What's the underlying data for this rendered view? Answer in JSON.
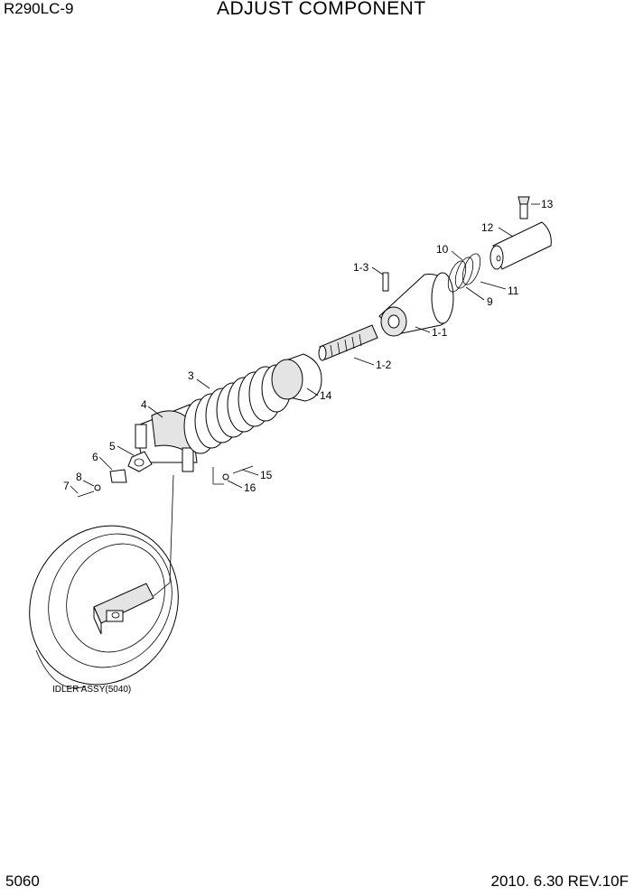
{
  "header": {
    "model": "R290LC-9",
    "title": "ADJUST COMPONENT"
  },
  "footer": {
    "page_number": "5060",
    "date_revision": "2010. 6.30  REV.10F"
  },
  "callouts": [
    "13",
    "12",
    "10",
    "11",
    "9",
    "1-3",
    "1-1",
    "1-2",
    "14",
    "3",
    "4",
    "5",
    "6",
    "8",
    "7",
    "15",
    "16"
  ],
  "reference_label": "IDLER ASSY(5040)"
}
